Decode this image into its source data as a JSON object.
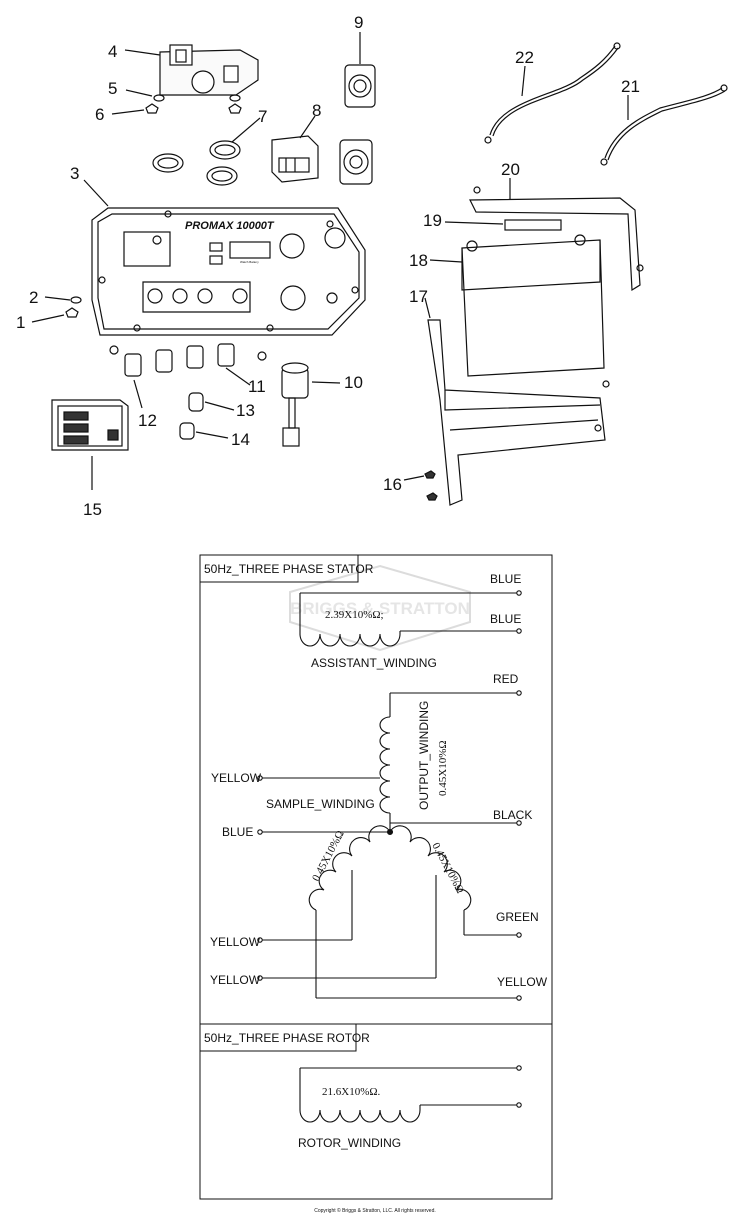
{
  "callouts": [
    "1",
    "2",
    "3",
    "4",
    "5",
    "6",
    "7",
    "8",
    "9",
    "10",
    "11",
    "12",
    "13",
    "14",
    "15",
    "16",
    "17",
    "18",
    "19",
    "20",
    "21",
    "22"
  ],
  "panel_text": {
    "model": "PROMAX 10000T",
    "meter_small": "Watch Battery"
  },
  "stator": {
    "header": "50Hz_THREE PHASE STATOR",
    "watermark": "BRIGGS & STRATTON",
    "assistant_resistance": "2.39X10%Ω;",
    "assistant_winding": "ASSISTANT_WINDING",
    "output_winding": "OUTPUT_WINDING",
    "output_resistance": "0.45X10%Ω",
    "sample_winding": "SAMPLE_WINDING",
    "left_resistance": "0.45X10%Ω",
    "right_resistance": "0.45X10%Ω",
    "wires": {
      "blue_top": "BLUE",
      "blue_second": "BLUE",
      "red": "RED",
      "yellow_sample": "YELLOW",
      "black": "BLACK",
      "blue_left": "BLUE",
      "green": "GREEN",
      "yellow_left_1": "YELLOW",
      "yellow_left_2": "YELLOW",
      "yellow_right": "YELLOW"
    }
  },
  "rotor": {
    "header": "50Hz_THREE PHASE ROTOR",
    "resistance": "21.6X10%Ω.",
    "winding": "ROTOR_WINDING"
  },
  "copyright": "Copyright © Briggs & Stratton, LLC. All rights reserved."
}
